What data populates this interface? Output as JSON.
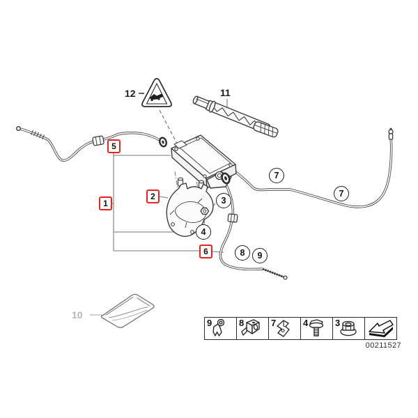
{
  "callouts": {
    "box_1": "1",
    "box_2": "2",
    "box_5": "5",
    "box_6": "6",
    "circle_3": "3",
    "circle_4": "4",
    "circle_7a": "7",
    "circle_7b": "7",
    "circle_8": "8",
    "circle_9": "9",
    "label_10": "10",
    "label_11": "11",
    "label_12": "12"
  },
  "legend": {
    "cells": [
      {
        "label": "9",
        "icon": "cable-hook-clip-icon"
      },
      {
        "label": "8",
        "icon": "cage-clip-icon"
      },
      {
        "label": "7",
        "icon": "spring-clip-icon"
      },
      {
        "label": "4",
        "icon": "flange-bolt-icon"
      },
      {
        "label": "3",
        "icon": "flange-nut-icon"
      },
      {
        "label": "",
        "icon": "direction-arrow-icon"
      }
    ],
    "document_number": "00211527"
  },
  "colors": {
    "highlight_red": "#e5231f",
    "part_outline": "#3d3d3d",
    "leader_line": "#8f8f8f",
    "muted_label": "#b5b5b5",
    "background": "#ffffff"
  }
}
